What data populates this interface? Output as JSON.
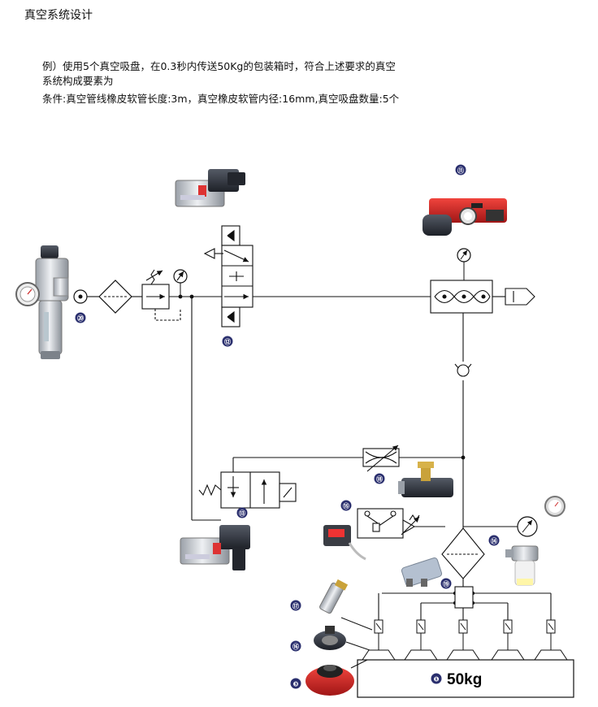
{
  "title": "真空系统设计",
  "description": [
    "例）使用5个真空吸盘，在0.3秒内传送50Kg的包装箱时，符合上述要求的真空",
    "系统构成要素为",
    "条件:真空管线橡皮软管长度:3m，真空橡皮软管内径:16mm,真空吸盘数量:5个"
  ],
  "badges": [
    "⑳",
    "⑫",
    "⑪",
    "⑬",
    "⑱",
    "⑮",
    "⑭",
    "⑲",
    "⑰",
    "⑯",
    "❸"
  ],
  "load": {
    "badge": "❶",
    "label": "50kg"
  },
  "colors": {
    "badge": "#2a2f6e",
    "line": "#111111",
    "valve_red": "#d92b2b",
    "cup_red": "#d8262b"
  },
  "icons": [
    "pressure-gauge-icon",
    "filter-icon",
    "regulator-icon",
    "solenoid-valve-icon",
    "ejector-icon",
    "check-valve-icon",
    "vacuum-switch-icon",
    "vacuum-filter-icon",
    "suction-cup-icon",
    "silencer-icon"
  ]
}
